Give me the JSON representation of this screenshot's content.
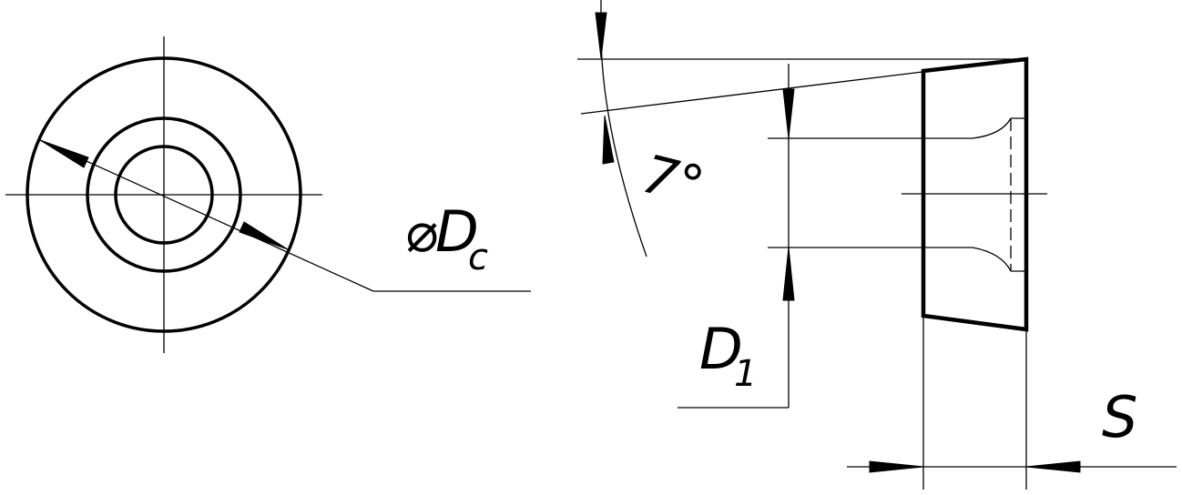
{
  "labels": {
    "diameter_symbol": "⌀",
    "diameter_main": "D",
    "diameter_sub": "c",
    "d1_main": "D",
    "d1_sub": "1",
    "angle": "7°",
    "thickness": "S"
  },
  "colors": {
    "line": "#000000",
    "background": "#ffffff"
  }
}
